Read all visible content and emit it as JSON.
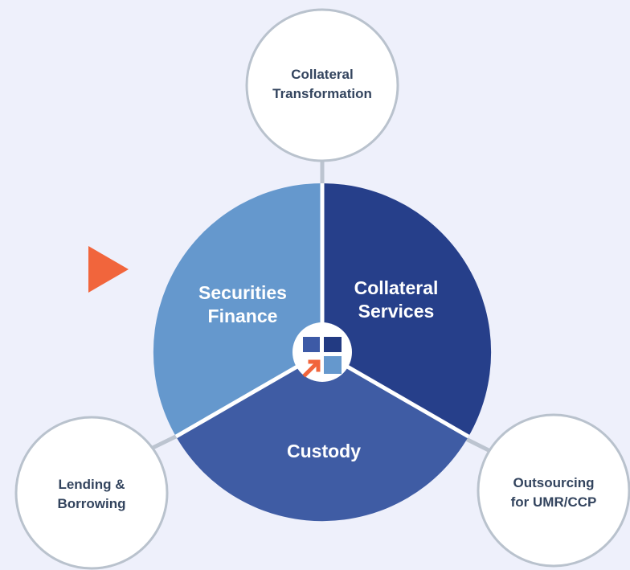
{
  "colors": {
    "background": "#eef0fb",
    "securities_finance": "#6598cd",
    "collateral_services": "#263f8a",
    "custody": "#3f5ca4",
    "connector": "#bcc4d0",
    "satellite_border": "#b9c2cd",
    "satellite_text": "#33445e",
    "accent_arrow": "#f1653c"
  },
  "segments": {
    "securities_finance": {
      "line1": "Securities",
      "line2": "Finance"
    },
    "collateral_services": {
      "line1": "Collateral",
      "line2": "Services"
    },
    "custody": {
      "line1": "Custody"
    }
  },
  "satellites": {
    "collateral_transformation": {
      "line1": "Collateral",
      "line2": "Transformation"
    },
    "lending_borrowing": {
      "line1": "Lending &",
      "line2": "Borrowing"
    },
    "outsourcing": {
      "line1": "Outsourcing",
      "line2": "for UMR/CCP"
    }
  },
  "center_logo": {
    "icon": "logo-grid-arrow-icon"
  },
  "pointer": {
    "icon": "play-triangle-icon"
  }
}
